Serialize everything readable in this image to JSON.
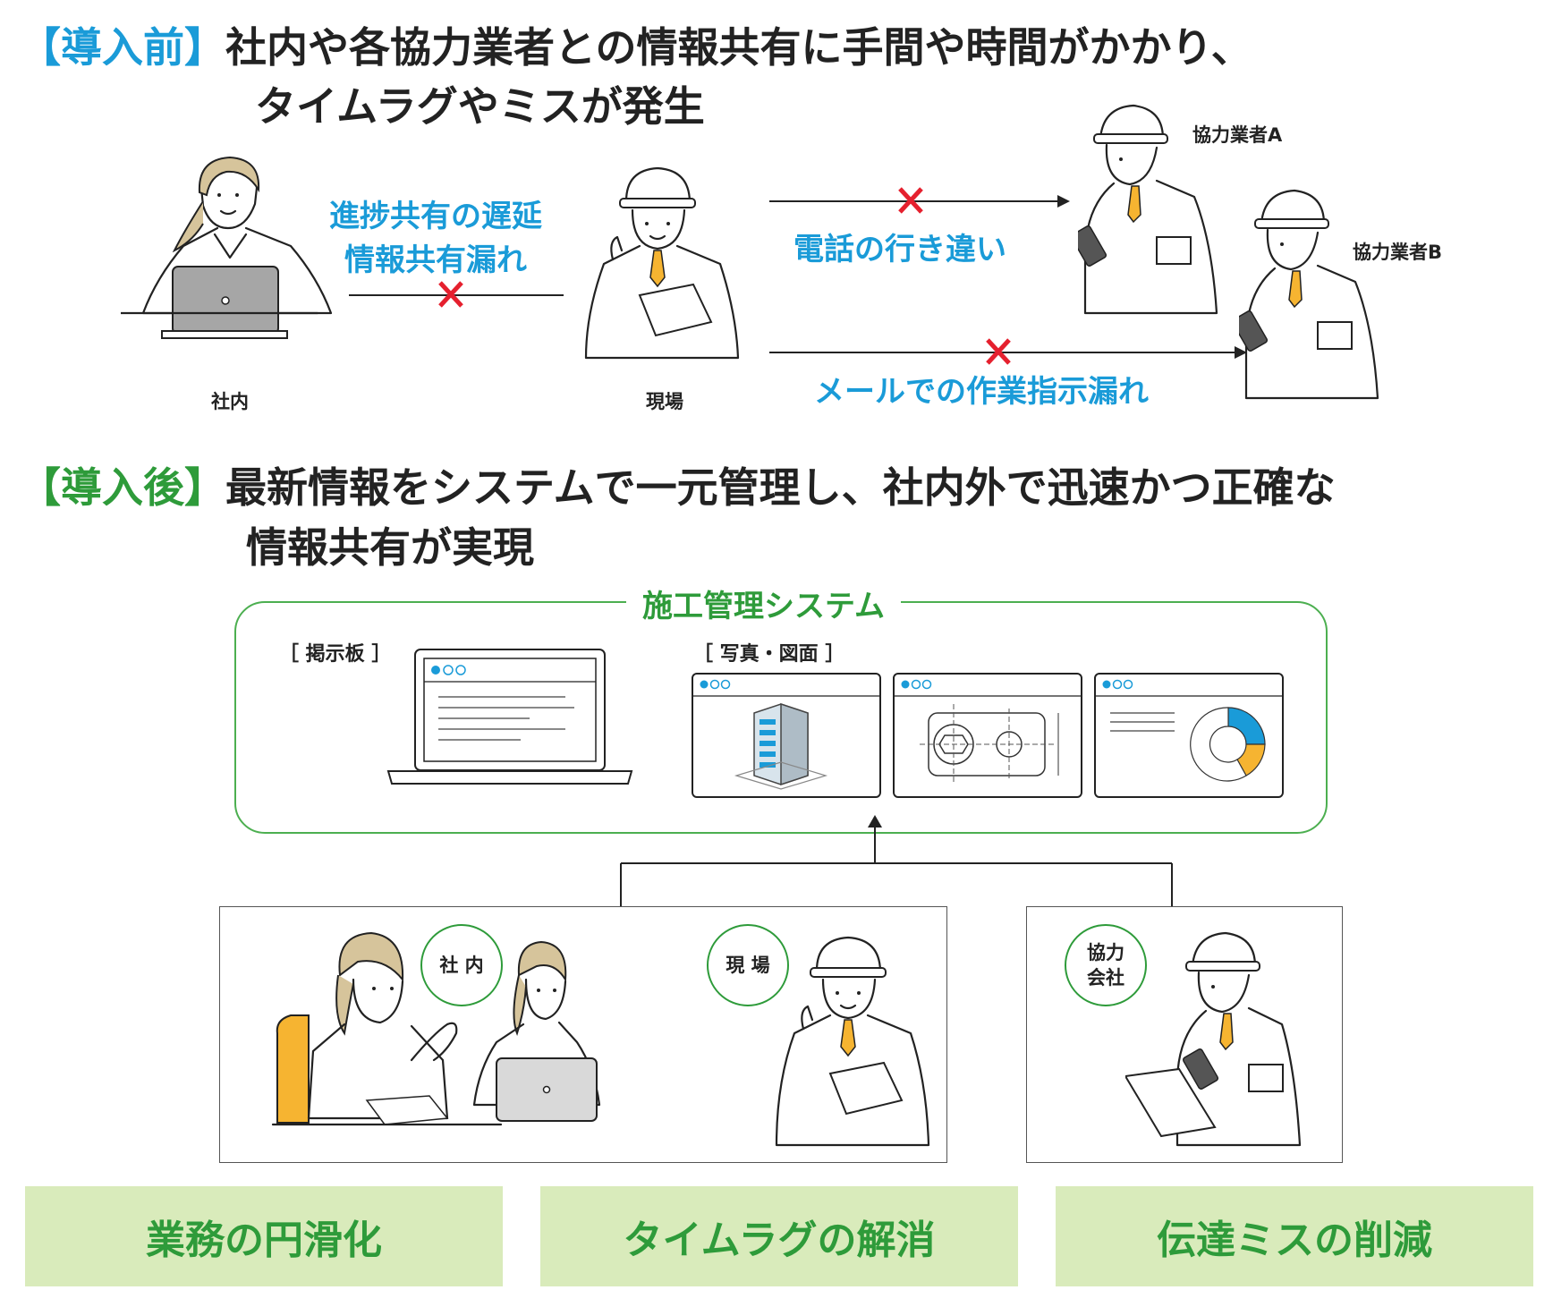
{
  "before": {
    "tag": "【導入前】",
    "line1": "社内や各協力業者との情報共有に手間や時間がかかり、",
    "line2": "タイムラグやミスが発生",
    "delay_line1": "進捗共有の遅延",
    "delay_line2": "情報共有漏れ",
    "phone_issue": "電話の行き違い",
    "mail_issue": "メールでの作業指示漏れ",
    "office_label": "社内",
    "site_label": "現場",
    "contractor_a": "協力業者A",
    "contractor_b": "協力業者B"
  },
  "after": {
    "tag": "【導入後】",
    "line1": "最新情報をシステムで一元管理し、社内外で迅速かつ正確な",
    "line2": "情報共有が実現",
    "system_title": "施工管理システム",
    "board_label": "［ 掲示板 ］",
    "photo_label": "［ 写真・図面 ］",
    "office_circle": "社 内",
    "site_circle": "現 場",
    "partner_line1": "協力",
    "partner_line2": "会社"
  },
  "results": [
    "業務の円滑化",
    "タイムラグの解消",
    "伝達ミスの削減"
  ],
  "colors": {
    "blue": "#1a9bd8",
    "green": "#2e9b3a",
    "red": "#e5202e",
    "result_bg": "#d9ebbb",
    "yellow": "#f6b431"
  }
}
